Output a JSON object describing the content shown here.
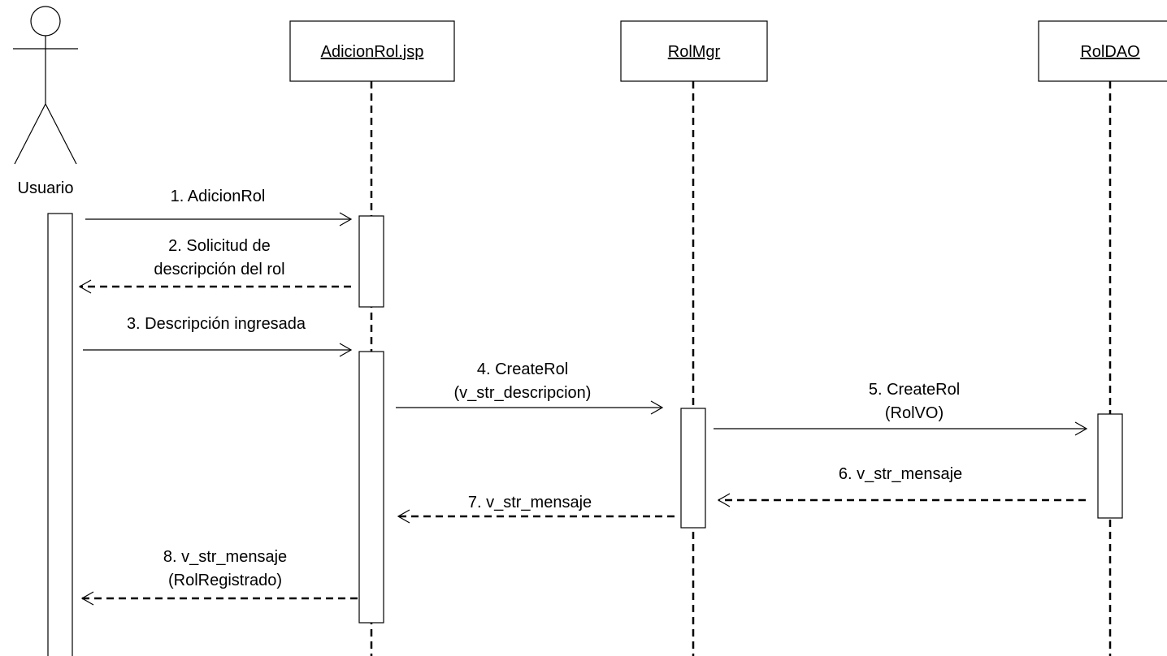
{
  "actor": {
    "name": "Usuario"
  },
  "lifelines": [
    {
      "id": "jsp",
      "title": "AdicionRol.jsp"
    },
    {
      "id": "mgr",
      "title": "RolMgr"
    },
    {
      "id": "dao",
      "title": "RolDAO"
    }
  ],
  "messages": [
    {
      "id": "m1",
      "type": "call",
      "lines": [
        "1. AdicionRol"
      ]
    },
    {
      "id": "m2",
      "type": "return",
      "lines": [
        "2. Solicitud de",
        "descripción del rol"
      ]
    },
    {
      "id": "m3",
      "type": "call",
      "lines": [
        "3. Descripción ingresada"
      ]
    },
    {
      "id": "m4",
      "type": "call",
      "lines": [
        "4. CreateRol",
        "(v_str_descripcion)"
      ]
    },
    {
      "id": "m5",
      "type": "call",
      "lines": [
        "5. CreateRol",
        "(RolVO)"
      ]
    },
    {
      "id": "m6",
      "type": "return",
      "lines": [
        "6. v_str_mensaje"
      ]
    },
    {
      "id": "m7",
      "type": "return",
      "lines": [
        "7. v_str_mensaje"
      ]
    },
    {
      "id": "m8",
      "type": "return",
      "lines": [
        "8. v_str_mensaje",
        "(RolRegistrado)"
      ]
    }
  ]
}
